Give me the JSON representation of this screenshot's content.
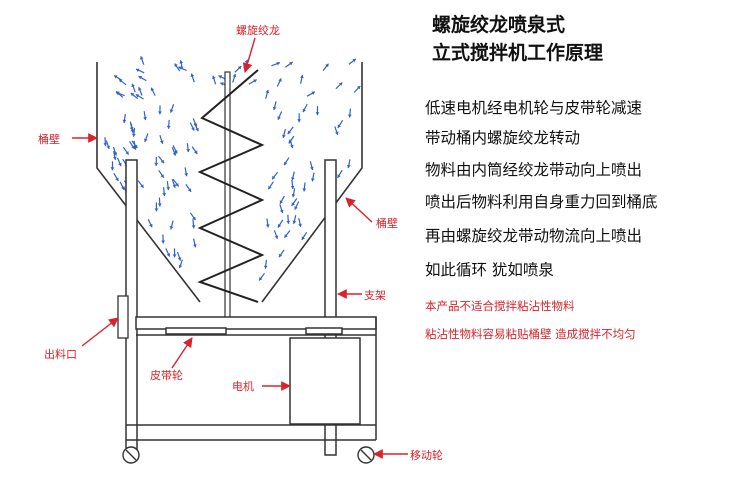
{
  "title": {
    "line1": "螺旋绞龙喷泉式",
    "line2": "立式搅拌机工作原理"
  },
  "description_lines": [
    "低速电机经电机轮与皮带轮减速",
    "带动桶内螺旋绞龙转动",
    "物料由内筒经绞龙带动向上喷出",
    "喷出后物料利用自身重力回到桶底",
    "再由螺旋绞龙带动物流向上喷出",
    "如此循环 犹如喷泉"
  ],
  "notes": [
    "本产品不适合搅拌粘沾性物料",
    "粘沾性物料容易粘贴桶壁 造成搅拌不均匀"
  ],
  "labels": {
    "screw": "螺旋绞龙",
    "wall_left": "桶壁",
    "wall_right": "桶壁",
    "support": "支架",
    "outlet": "出料口",
    "pulley": "皮带轮",
    "motor": "电机",
    "wheel": "移动轮"
  },
  "colors": {
    "label_red": "#d8232a",
    "arrow_blue": "#2f62c8",
    "line_black": "#222222"
  }
}
